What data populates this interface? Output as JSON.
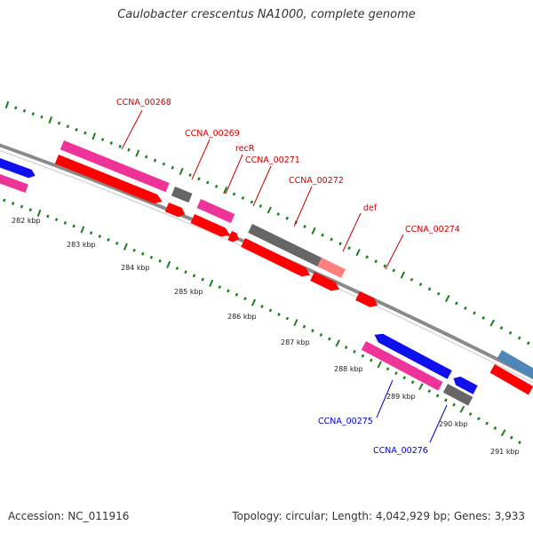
{
  "title": "Caulobacter crescentus NA1000, complete genome",
  "footer": {
    "accession": "Accession: NC_011916",
    "stats": "Topology: circular; Length: 4,042,929 bp; Genes: 3,933"
  },
  "colors": {
    "backbone": "#888888",
    "tick": "#1a7f1a",
    "forward_label": "#cc0000",
    "reverse_label": "#0000cc",
    "cds": "#ff0000",
    "gene": "#ee3399",
    "rna": "#666666",
    "reverse_cds": "#0000ee",
    "other": "#ff7f7f",
    "steel": "#4f86b8"
  },
  "scale_labels": [
    "282 kbp",
    "283 kbp",
    "284 kbp",
    "285 kbp",
    "286 kbp",
    "287 kbp",
    "288 kbp",
    "289 kbp",
    "290 kbp",
    "291 kbp"
  ],
  "gene_labels": [
    {
      "text": "CCNA_00268",
      "strand": "forward"
    },
    {
      "text": "CCNA_00269",
      "strand": "forward"
    },
    {
      "text": "recR",
      "strand": "forward"
    },
    {
      "text": "CCNA_00271",
      "strand": "forward"
    },
    {
      "text": "CCNA_00272",
      "strand": "forward"
    },
    {
      "text": "def",
      "strand": "forward"
    },
    {
      "text": "CCNA_00274",
      "strand": "forward"
    },
    {
      "text": "CCNA_00275",
      "strand": "reverse"
    },
    {
      "text": "CCNA_00276",
      "strand": "reverse"
    }
  ]
}
